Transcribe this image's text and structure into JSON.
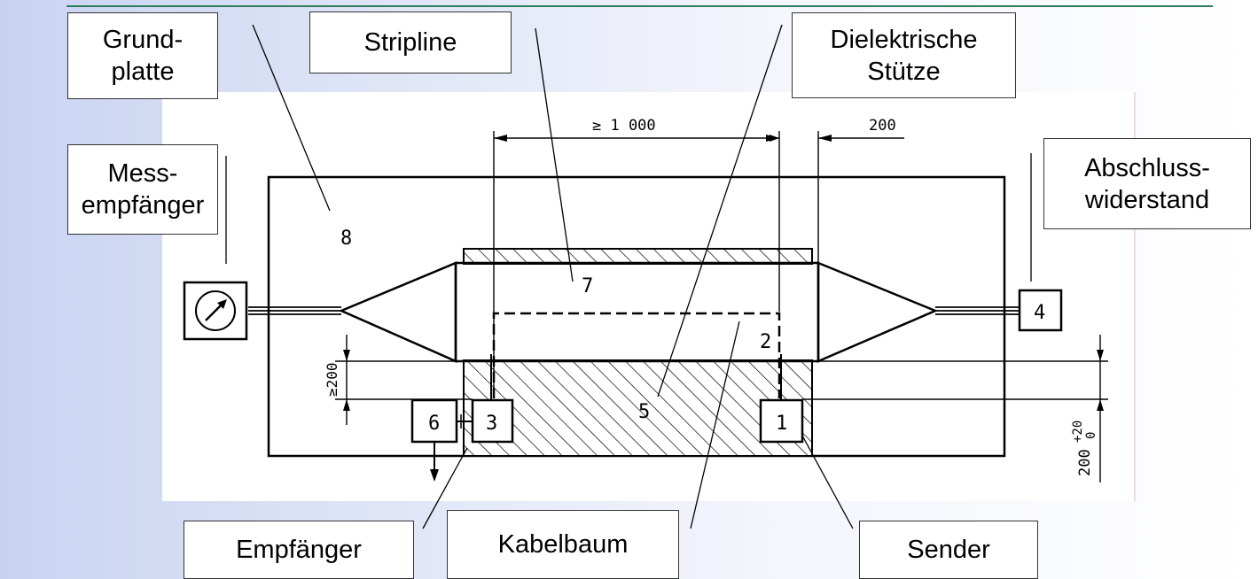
{
  "callouts": {
    "grundplatte": [
      "Grund-",
      "platte"
    ],
    "stripline": "Stripline",
    "stuetze": [
      "Dielektrische",
      "Stütze"
    ],
    "messempfaenger": [
      "Mess-",
      "empfänger"
    ],
    "abschluss": [
      "Abschluss-",
      "widerstand"
    ],
    "empfaenger": "Empfänger",
    "kabelbaum": "Kabelbaum",
    "sender": "Sender"
  },
  "drawing": {
    "part_numbers": {
      "p1": "1",
      "p2": "2",
      "p3": "3",
      "p4": "4",
      "p5": "5",
      "p6": "6",
      "p7": "7",
      "p8": "8"
    },
    "dimensions": {
      "length": "≥ 1 000",
      "offset": "200",
      "height": "≥200",
      "vertical": "200",
      "tol_plus": "+20",
      "tol_zero": "0"
    }
  },
  "colors": {
    "header_line": "#2e7d5b",
    "ink": "#000000",
    "box_border": "#333333"
  }
}
